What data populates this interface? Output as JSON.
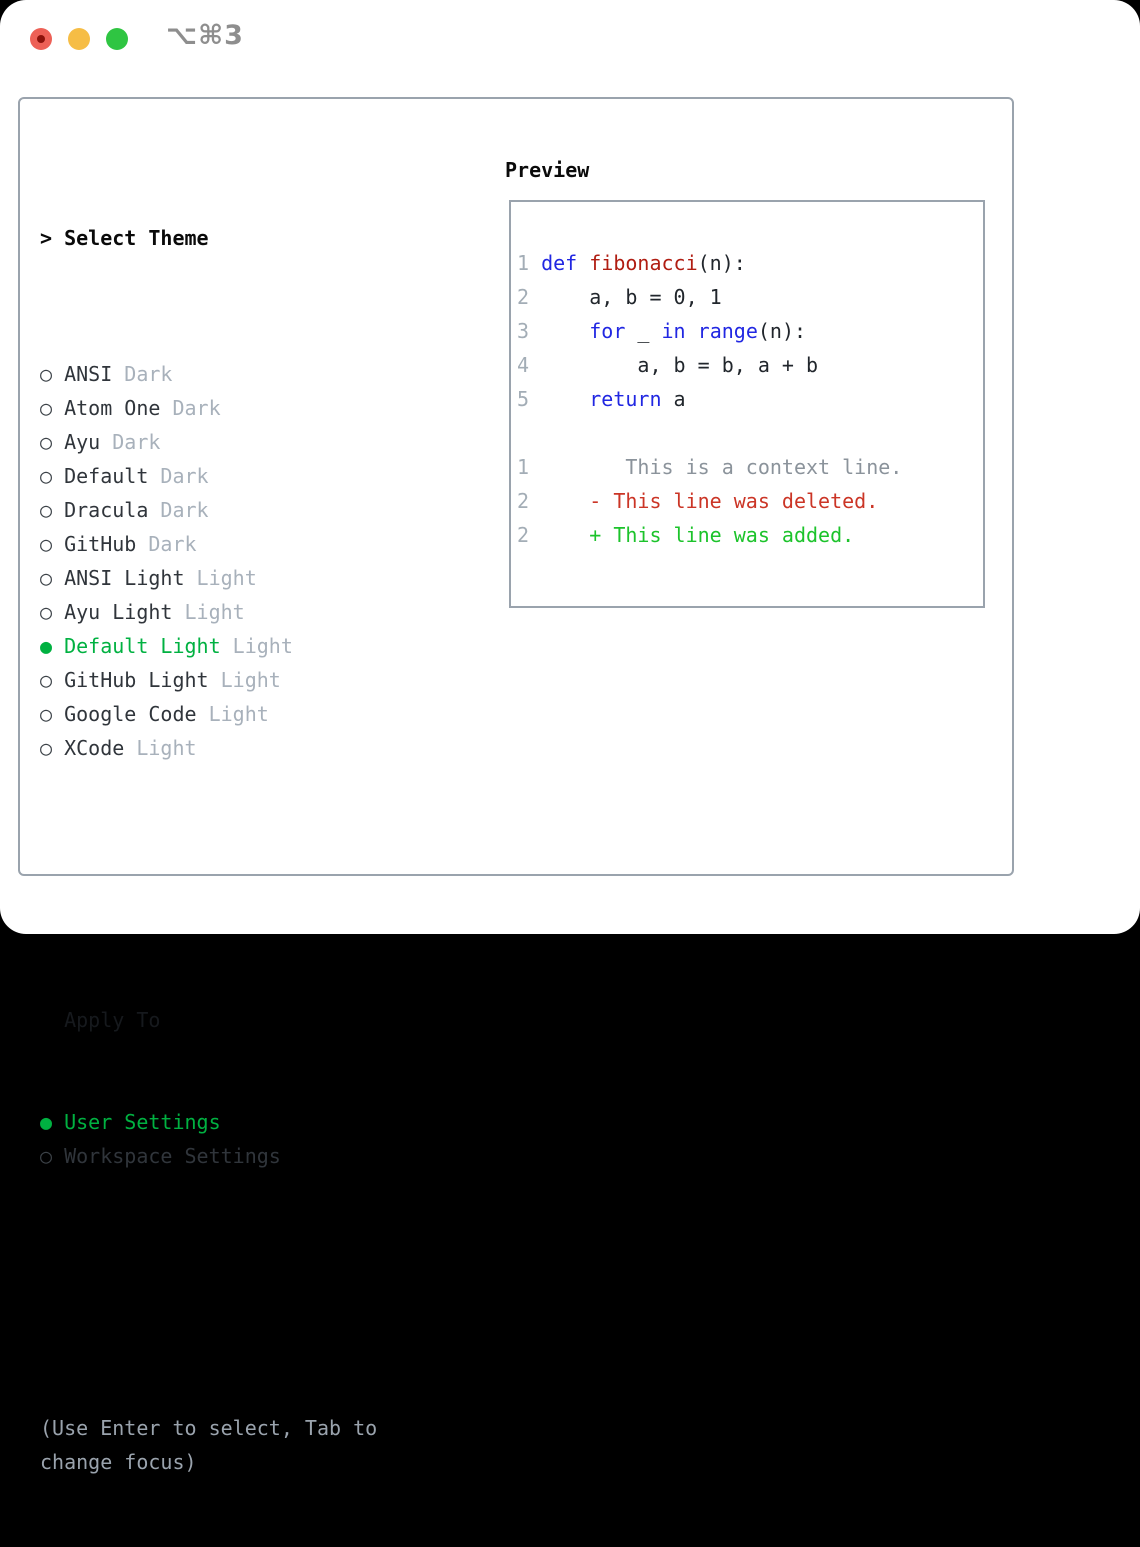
{
  "window": {
    "title": "⌥⌘3",
    "traffic_lights": [
      "close",
      "minimize",
      "zoom"
    ]
  },
  "theme_panel": {
    "header_prefix": "> ",
    "header_label": "Select Theme",
    "items": [
      {
        "name": "ANSI",
        "variant": "Dark",
        "selected": false
      },
      {
        "name": "Atom One",
        "variant": "Dark",
        "selected": false
      },
      {
        "name": "Ayu",
        "variant": "Dark",
        "selected": false
      },
      {
        "name": "Default",
        "variant": "Dark",
        "selected": false
      },
      {
        "name": "Dracula",
        "variant": "Dark",
        "selected": false
      },
      {
        "name": "GitHub",
        "variant": "Dark",
        "selected": false
      },
      {
        "name": "ANSI Light",
        "variant": "Light",
        "selected": false
      },
      {
        "name": "Ayu Light",
        "variant": "Light",
        "selected": false
      },
      {
        "name": "Default Light",
        "variant": "Light",
        "selected": true
      },
      {
        "name": "GitHub Light",
        "variant": "Light",
        "selected": false
      },
      {
        "name": "Google Code",
        "variant": "Light",
        "selected": false
      },
      {
        "name": "XCode",
        "variant": "Light",
        "selected": false
      }
    ],
    "apply_to": {
      "header": "Apply To",
      "options": [
        {
          "label": "User Settings",
          "selected": true
        },
        {
          "label": "Workspace Settings",
          "selected": false
        }
      ]
    },
    "help_lines": [
      "(Use Enter to select, Tab to",
      "change focus)"
    ]
  },
  "preview": {
    "header": "Preview",
    "colors": {
      "plain": "#21262c",
      "lineno": "#a3adb6",
      "keyword": "#2127e2",
      "function": "#b01d12",
      "context": "#8b939b",
      "deleted": "#cb3526",
      "added": "#1cc32b"
    },
    "lines": [
      [
        {
          "t": "1 ",
          "c": "lineno"
        },
        {
          "t": "def",
          "c": "keyword"
        },
        {
          "t": " ",
          "c": "plain"
        },
        {
          "t": "fibonacci",
          "c": "function"
        },
        {
          "t": "(n):",
          "c": "plain"
        }
      ],
      [
        {
          "t": "2",
          "c": "lineno"
        },
        {
          "t": "     a, b = 0, 1",
          "c": "plain"
        }
      ],
      [
        {
          "t": "3",
          "c": "lineno"
        },
        {
          "t": "     ",
          "c": "plain"
        },
        {
          "t": "for",
          "c": "keyword"
        },
        {
          "t": " _ ",
          "c": "plain"
        },
        {
          "t": "in",
          "c": "keyword"
        },
        {
          "t": " ",
          "c": "plain"
        },
        {
          "t": "range",
          "c": "keyword"
        },
        {
          "t": "(n):",
          "c": "plain"
        }
      ],
      [
        {
          "t": "4",
          "c": "lineno"
        },
        {
          "t": "         a, b = b, a + b",
          "c": "plain"
        }
      ],
      [
        {
          "t": "5",
          "c": "lineno"
        },
        {
          "t": "     ",
          "c": "plain"
        },
        {
          "t": "return",
          "c": "keyword"
        },
        {
          "t": " a",
          "c": "plain"
        }
      ],
      [],
      [
        {
          "t": "1",
          "c": "lineno"
        },
        {
          "t": "        ",
          "c": "plain"
        },
        {
          "t": "This is a context line.",
          "c": "context"
        }
      ],
      [
        {
          "t": "2",
          "c": "lineno"
        },
        {
          "t": "     ",
          "c": "plain"
        },
        {
          "t": "- This line was deleted.",
          "c": "deleted"
        }
      ],
      [
        {
          "t": "2",
          "c": "lineno"
        },
        {
          "t": "     ",
          "c": "plain"
        },
        {
          "t": "+ This line was added.",
          "c": "added"
        }
      ]
    ]
  },
  "ui_colors": {
    "selection_green": "#00b141",
    "border_gray": "#9aa3ad",
    "variant_gray": "#a8b1bb",
    "traffic_red": "#ed6056",
    "traffic_yellow": "#f6bd45",
    "traffic_green": "#2fc542"
  }
}
